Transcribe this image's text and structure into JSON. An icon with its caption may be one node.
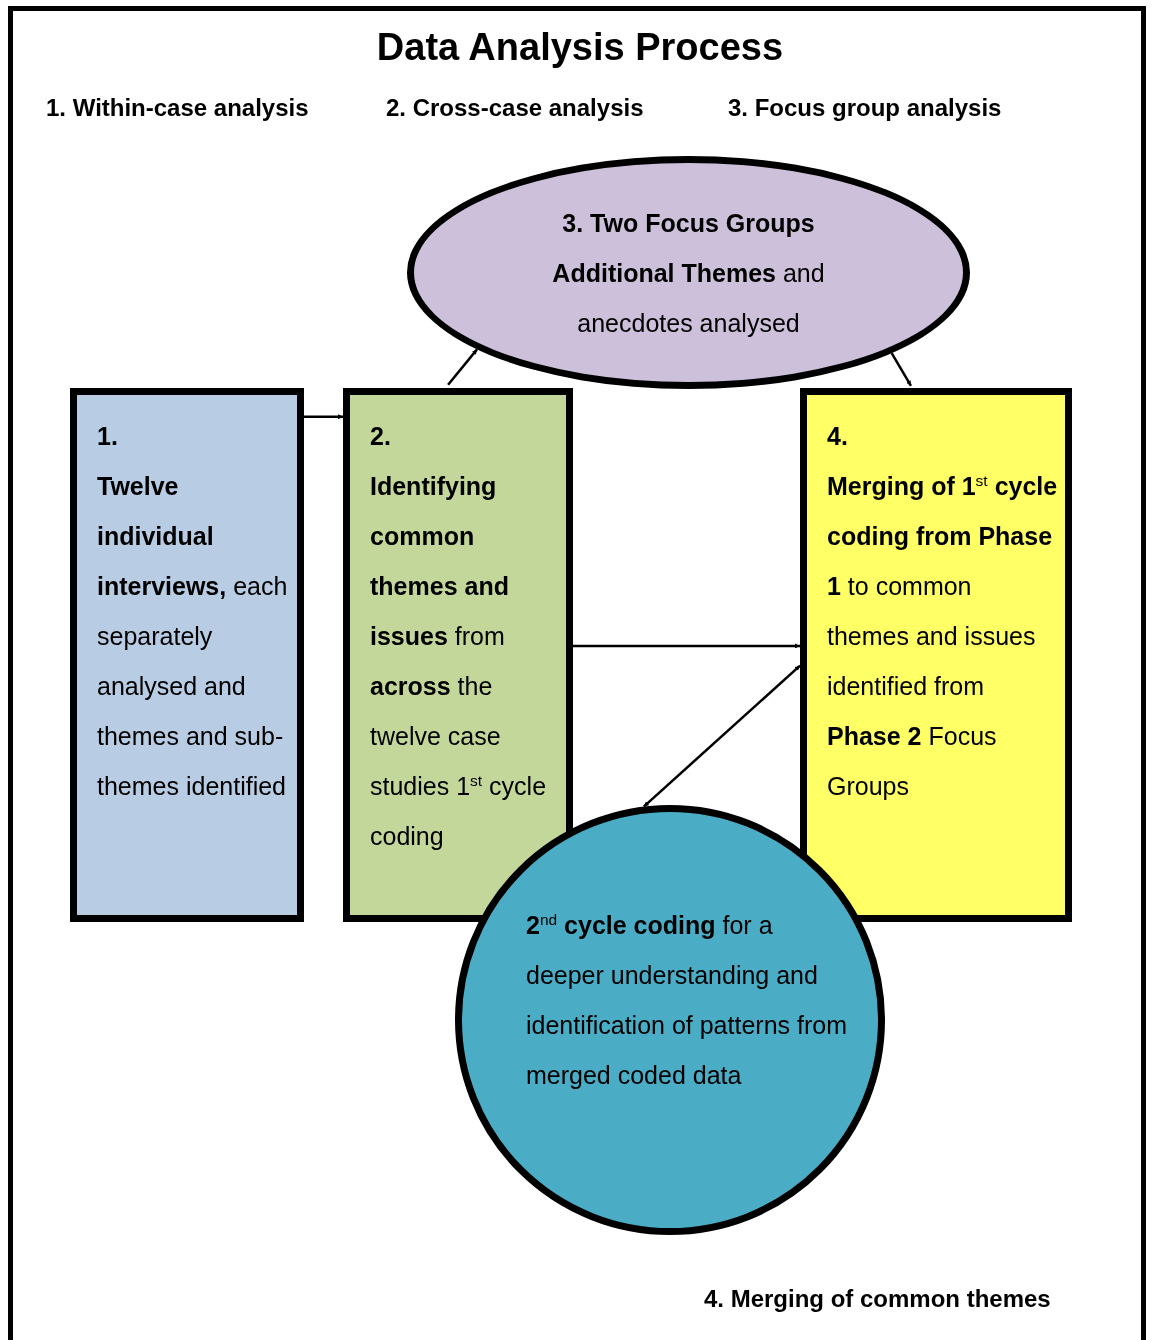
{
  "diagram": {
    "title": "Data Analysis Process",
    "nodes": [
      {
        "text": [
          "1.",
          "**Twelve individual interviews,** each separately analysed and themes and sub-themes identified"
        ]
      },
      {
        "text": [
          "2.",
          "**Identifying common themes and issues** from **across** the twelve case studies 1$^{st}$ cycle coding"
        ]
      },
      {
        "text": [
          "3. Two Focus Groups",
          "**Additional Themes** and anecdotes analysed"
        ]
      },
      {
        "text": [
          "4.",
          "**Merging of 1**$^{st}$ **cycle coding from Phase 1** to common themes and issues identified from **Phase 2** Focus Groups"
        ]
      },
      {
        "text": [
          "**2**$^{nd}$ **cycle coding** for a deeper understanding and identification of patterns from merged coded data"
        ]
      }
    ],
    "edges": [
      {
        "from": 0,
        "to": 1,
        "arrow": "to"
      },
      {
        "from": 1,
        "to": 2,
        "arrow": "to"
      },
      {
        "from": 2,
        "to": 3,
        "arrow": "to"
      },
      {
        "from": 1,
        "to": 3,
        "arrow": "to"
      },
      {
        "from": 4,
        "to": 3,
        "arrow": "both"
      }
    ],
    "labels": [
      "1. Within-case analysis",
      "2. Cross-case analysis",
      "3. Focus group analysis",
      "4. Merging of common themes"
    ]
  }
}
